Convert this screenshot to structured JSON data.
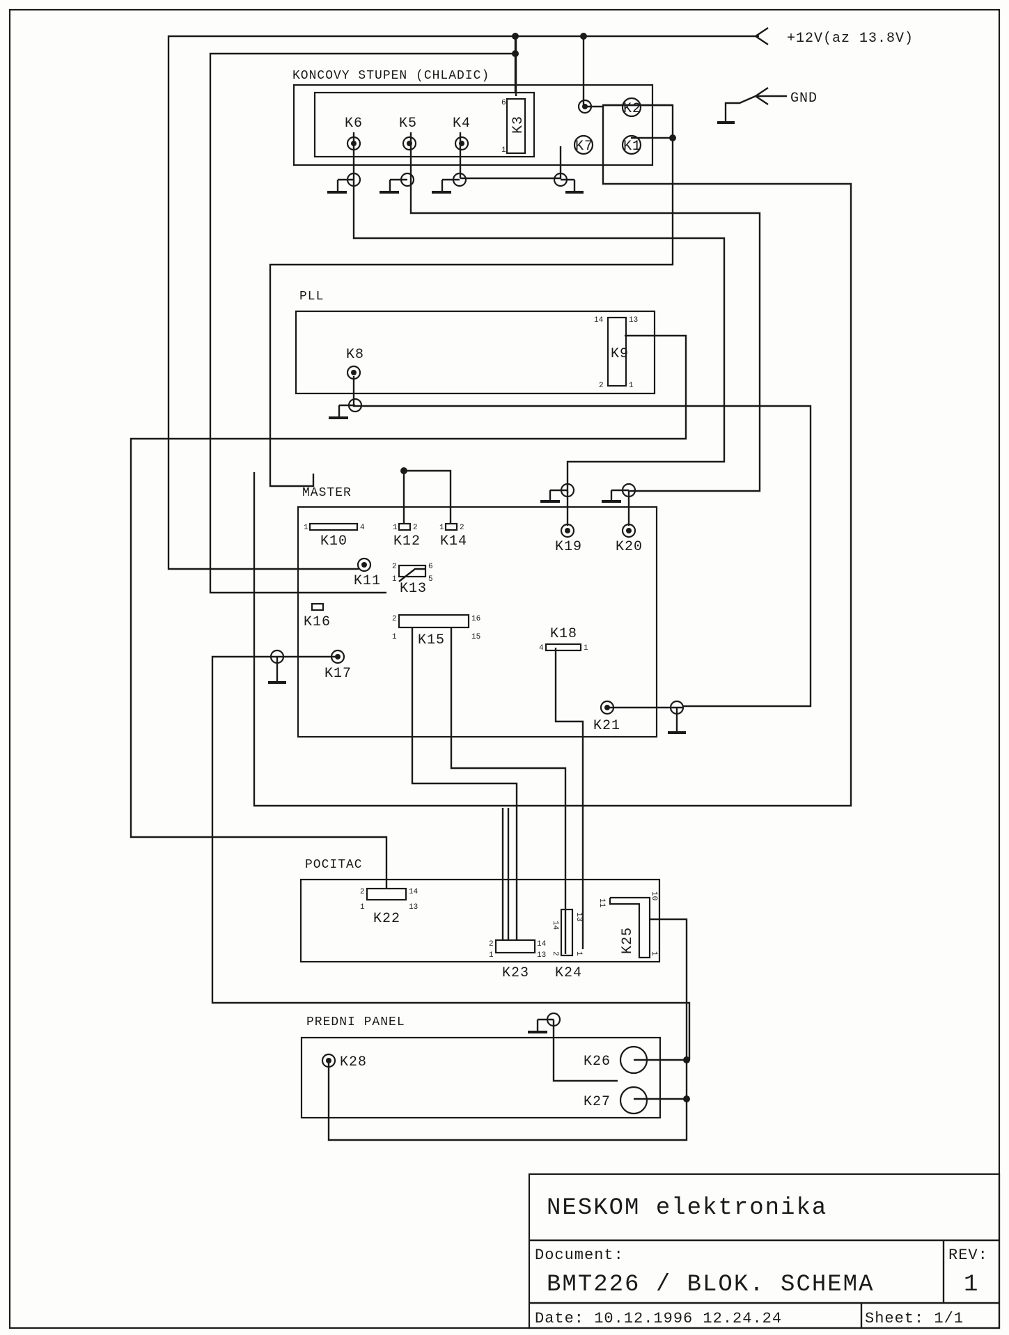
{
  "supply": {
    "v12": "+12V(az 13.8V)",
    "gnd": "GND"
  },
  "sections": {
    "koncovy": "KONCOVY STUPEN (CHLADIC)",
    "pll": "PLL",
    "master": "MASTER",
    "pocitac": "POCITAC",
    "panel": "PREDNI PANEL"
  },
  "connectors": {
    "k1": "K1",
    "k2": "K2",
    "k3": "K3",
    "k4": "K4",
    "k5": "K5",
    "k6": "K6",
    "k7": "K7",
    "k8": "K8",
    "k9": "K9",
    "k10": "K10",
    "k11": "K11",
    "k12": "K12",
    "k13": "K13",
    "k14": "K14",
    "k15": "K15",
    "k16": "K16",
    "k17": "K17",
    "k18": "K18",
    "k19": "K19",
    "k20": "K20",
    "k21": "K21",
    "k22": "K22",
    "k23": "K23",
    "k24": "K24",
    "k25": "K25",
    "k26": "K26",
    "k27": "K27",
    "k28": "K28"
  },
  "pins": {
    "k3_6": "6",
    "k3_1": "1",
    "k9_14": "14",
    "k9_13": "13",
    "k9_2": "2",
    "k9_1": "1",
    "k10_1": "1",
    "k10_4": "4",
    "k12_1": "1",
    "k12_2": "2",
    "k14_1": "1",
    "k14_2": "2",
    "k13_2": "2",
    "k13_6": "6",
    "k13_1": "1",
    "k13_5": "5",
    "k15_2": "2",
    "k15_16": "16",
    "k15_1": "1",
    "k15_15": "15",
    "k18_4": "4",
    "k18_1": "1",
    "k22_2": "2",
    "k22_14": "14",
    "k22_1": "1",
    "k22_13": "13",
    "k23_2": "2",
    "k23_14": "14",
    "k23_1": "1",
    "k23_13": "13",
    "k24_14": "14",
    "k24_13": "13",
    "k24_2": "2",
    "k24_1": "1",
    "k25_11": "11",
    "k25_10": "10",
    "k25_1": "1"
  },
  "title_block": {
    "company": "NESKOM elektronika",
    "document_label": "Document:",
    "document": "BMT226 / BLOK. SCHEMA",
    "rev_label": "REV:",
    "rev": "1",
    "date": "Date: 10.12.1996 12.24.24",
    "sheet": "Sheet: 1/1"
  }
}
